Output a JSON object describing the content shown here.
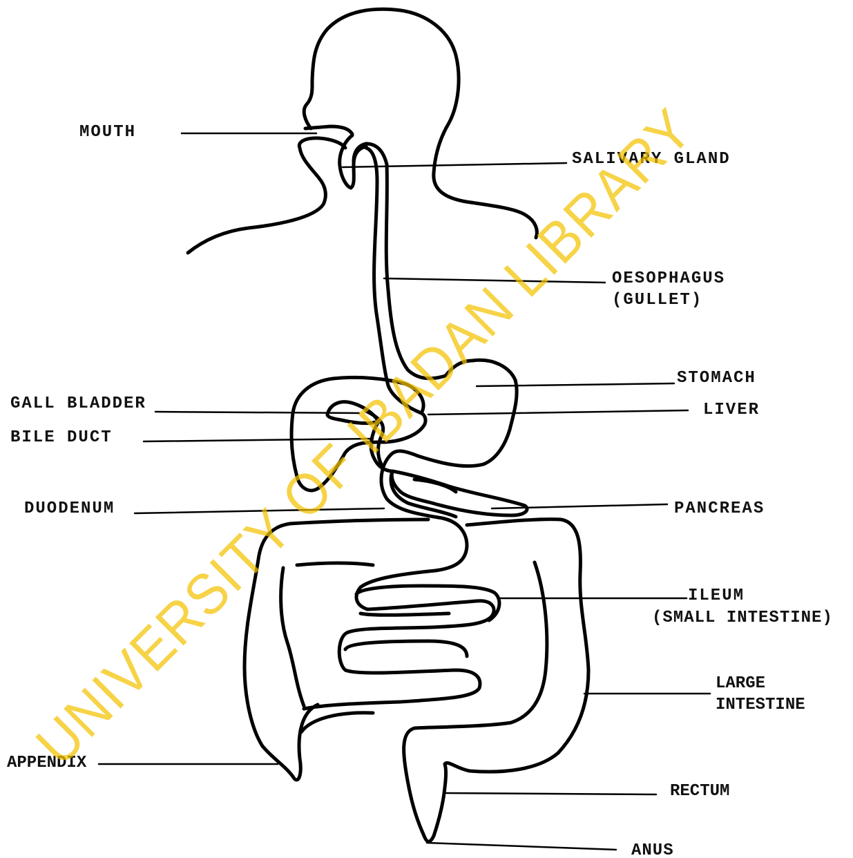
{
  "labels": {
    "mouth": "MOUTH",
    "salivary_gland": "SALIVARY GLAND",
    "oesophagus": [
      "OESOPHAGUS",
      "(GULLET)"
    ],
    "stomach": "STOMACH",
    "gall_bladder": "GALL BLADDER",
    "liver": "LIVER",
    "bile_duct": "BILE DUCT",
    "duodenum": "DUODENUM",
    "pancreas": "PANCREAS",
    "ileum": [
      "ILEUM",
      "(SMALL  INTESTINE)"
    ],
    "large_intestine": [
      "LARGE",
      "INTESTINE"
    ],
    "appendix": "APPENDIX",
    "rectum": "RECTUM",
    "anus": "ANUS"
  },
  "watermark": "UNIVERSITY OF IBADAN LIBRARY",
  "colors": {
    "ink": "#000000",
    "watermark": "#f2c200",
    "background": "#ffffff"
  }
}
